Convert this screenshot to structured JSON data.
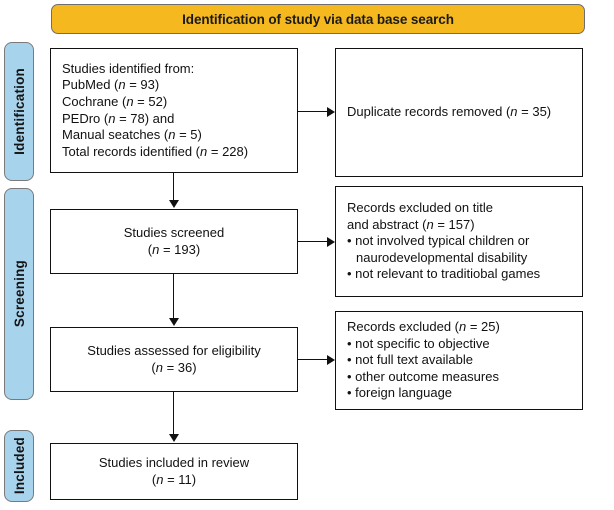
{
  "header": {
    "title": "Identification of study via data base search",
    "color": "#f5b81f"
  },
  "phases": {
    "color": "#a7d3ec",
    "identification": "Identification",
    "screening": "Screening",
    "included": "Included"
  },
  "boxes": {
    "identified": {
      "lines": [
        {
          "text": "Studies identified from:"
        },
        {
          "pre": "PubMed (",
          "ital": "n",
          "post": " = 93)"
        },
        {
          "pre": "Cochrane (",
          "ital": "n",
          "post": " = 52)"
        },
        {
          "pre": "PEDro (",
          "ital": "n",
          "post": " = 78) and"
        },
        {
          "pre": "Manual seatches (",
          "ital": "n",
          "post": " = 5)"
        },
        {
          "pre": "Total records identified (",
          "ital": "n",
          "post": " = 228)"
        }
      ]
    },
    "duplicates": {
      "lines": [
        {
          "pre": "Duplicate records removed (",
          "ital": "n",
          "post": " = 35)"
        }
      ]
    },
    "screened": {
      "lines": [
        {
          "text": "Studies screened"
        },
        {
          "pre": "(",
          "ital": "n",
          "post": " = 193)"
        }
      ]
    },
    "excluded_title_abstract": {
      "heading": [
        {
          "text": "Records excluded on title"
        },
        {
          "pre": "and abstract (",
          "ital": "n",
          "post": " = 157)"
        }
      ],
      "bullets": [
        {
          "text": "not involved typical children or",
          "continuation": "naurodevelopmental disability"
        },
        {
          "text": "not relevant to traditiobal games"
        }
      ]
    },
    "eligibility": {
      "lines": [
        {
          "text": "Studies assessed for eligibility"
        },
        {
          "pre": "(",
          "ital": "n",
          "post": " = 36)"
        }
      ]
    },
    "excluded_fulltext": {
      "heading": [
        {
          "pre": "Records excluded (",
          "ital": "n",
          "post": " = 25)"
        }
      ],
      "bullets": [
        {
          "text": "not specific to objective"
        },
        {
          "text": "not full text available"
        },
        {
          "text": "other outcome measures"
        },
        {
          "text": "foreign language"
        }
      ]
    },
    "included": {
      "lines": [
        {
          "text": "Studies included in review"
        },
        {
          "pre": "(",
          "ital": "n",
          "post": " = 11)"
        }
      ]
    }
  }
}
